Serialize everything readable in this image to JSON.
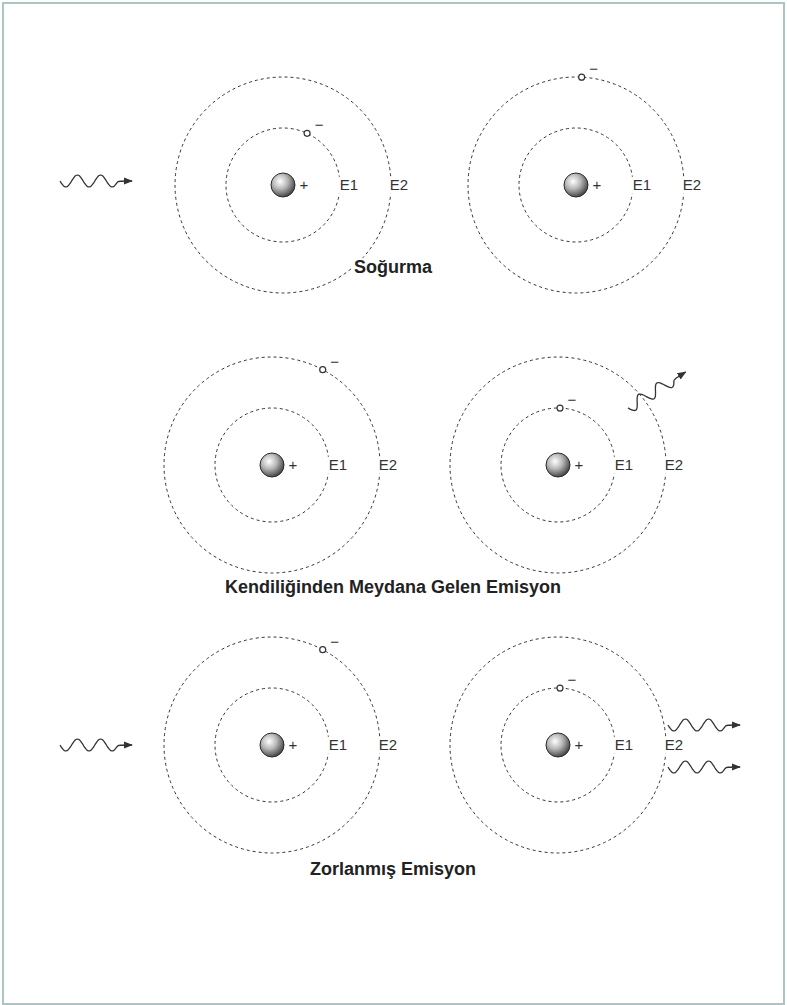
{
  "diagram": {
    "labels": [
      "−",
      "+",
      "E1",
      "E2",
      "−",
      "+",
      "E1",
      "E2",
      "Soğurma",
      "−",
      "+",
      "E1",
      "E2",
      "−",
      "+",
      "E1",
      "E2",
      "Kendiliğinden Meydana Gelen Emisyon",
      "−",
      "+",
      "E1",
      "E2",
      "−",
      "+",
      "E1",
      "E2",
      "Zorlanmış Emisyon"
    ]
  }
}
